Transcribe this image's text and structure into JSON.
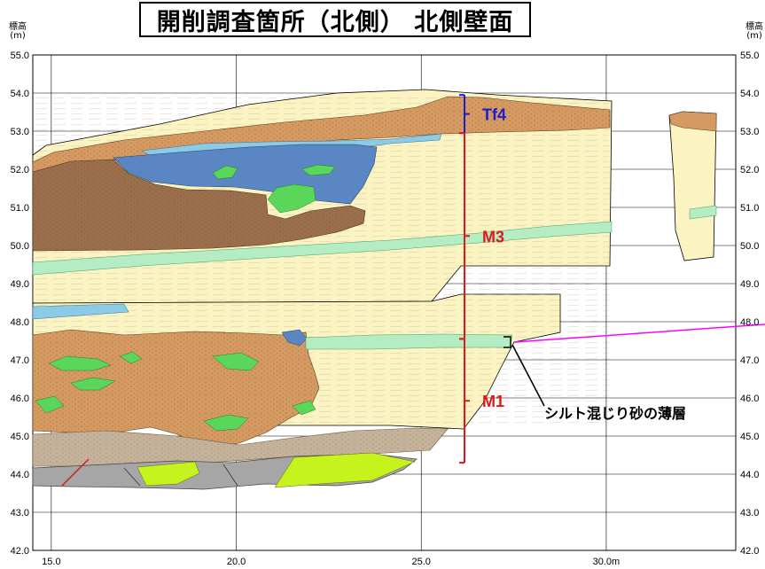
{
  "title": "開削調査箇所（北側） 北側壁面",
  "y_axis": {
    "label_left": "標高",
    "unit_left": "(m)",
    "label_right": "標高",
    "unit_right": "(m)",
    "ticks": [
      "55.0",
      "54.0",
      "53.0",
      "52.0",
      "51.0",
      "50.0",
      "49.0",
      "48.0",
      "47.0",
      "46.0",
      "45.0",
      "44.0",
      "43.0",
      "42.0"
    ],
    "range": [
      42.0,
      55.0
    ]
  },
  "x_axis": {
    "ticks": [
      "15.0",
      "20.0",
      "25.0",
      "30.0m"
    ],
    "range": [
      14.5,
      33.5
    ]
  },
  "units": [
    {
      "label": "Tf4",
      "top": 53.95,
      "bottom": 52.95,
      "color": "#1c1cd0"
    },
    {
      "label": "M3",
      "top": 52.95,
      "bottom": 47.55,
      "color": "#e01818"
    },
    {
      "label": "M1",
      "top": 47.55,
      "bottom": 44.3,
      "color": "#e01818"
    }
  ],
  "annotation": {
    "label": "シルト混じり砂の薄層",
    "line_color": "#ff00ff"
  },
  "layer_colors": {
    "sand": "#fbf4c2",
    "brown": "#d59a62",
    "dark_brown": "#9b6f4c",
    "blue": "#5a86c4",
    "light_blue": "#8ccbe6",
    "green": "#5ad65a",
    "light_green": "#b4ecc4",
    "gravel": "#c5b29a",
    "gray": "#a6a6a6",
    "lime": "#c6f21e"
  }
}
